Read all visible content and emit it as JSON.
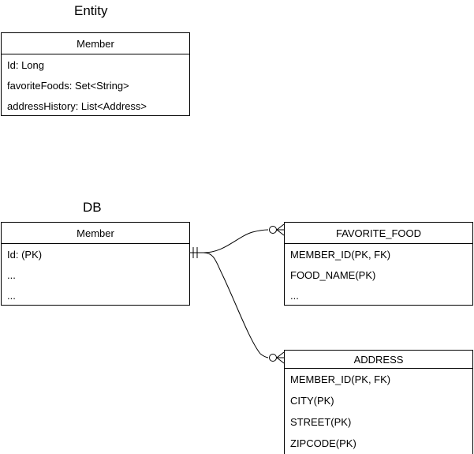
{
  "diagram": {
    "type": "er-diagram",
    "notation": "crow's-foot",
    "background_color": "#ffffff",
    "line_color": "#000000"
  },
  "sections": [
    {
      "id": "entity",
      "title": "Entity",
      "boxes": [
        {
          "id": "entity-member",
          "header": "Member",
          "rows": [
            "Id: Long",
            "favoriteFoods: Set<String>",
            "addressHistory: List<Address>"
          ]
        }
      ]
    },
    {
      "id": "db",
      "title": "DB",
      "boxes": [
        {
          "id": "db-member",
          "header": "Member",
          "rows": [
            "Id: (PK)",
            "...",
            "..."
          ]
        },
        {
          "id": "table-favorite-food",
          "header": "FAVORITE_FOOD",
          "rows": [
            "MEMBER_ID(PK, FK)",
            "FOOD_NAME(PK)",
            "..."
          ]
        },
        {
          "id": "table-address",
          "header": "ADDRESS",
          "rows": [
            "MEMBER_ID(PK, FK)",
            "CITY(PK)",
            "STREET(PK)",
            "ZIPCODE(PK)"
          ]
        }
      ]
    }
  ],
  "relationships": [
    {
      "id": "member-to-favorite-food",
      "from": "db-member",
      "to": "table-favorite-food",
      "from_cardinality": "exactly-one",
      "to_cardinality": "zero-or-many"
    },
    {
      "id": "member-to-address",
      "from": "db-member",
      "to": "table-address",
      "from_cardinality": "exactly-one",
      "to_cardinality": "zero-or-many"
    }
  ]
}
